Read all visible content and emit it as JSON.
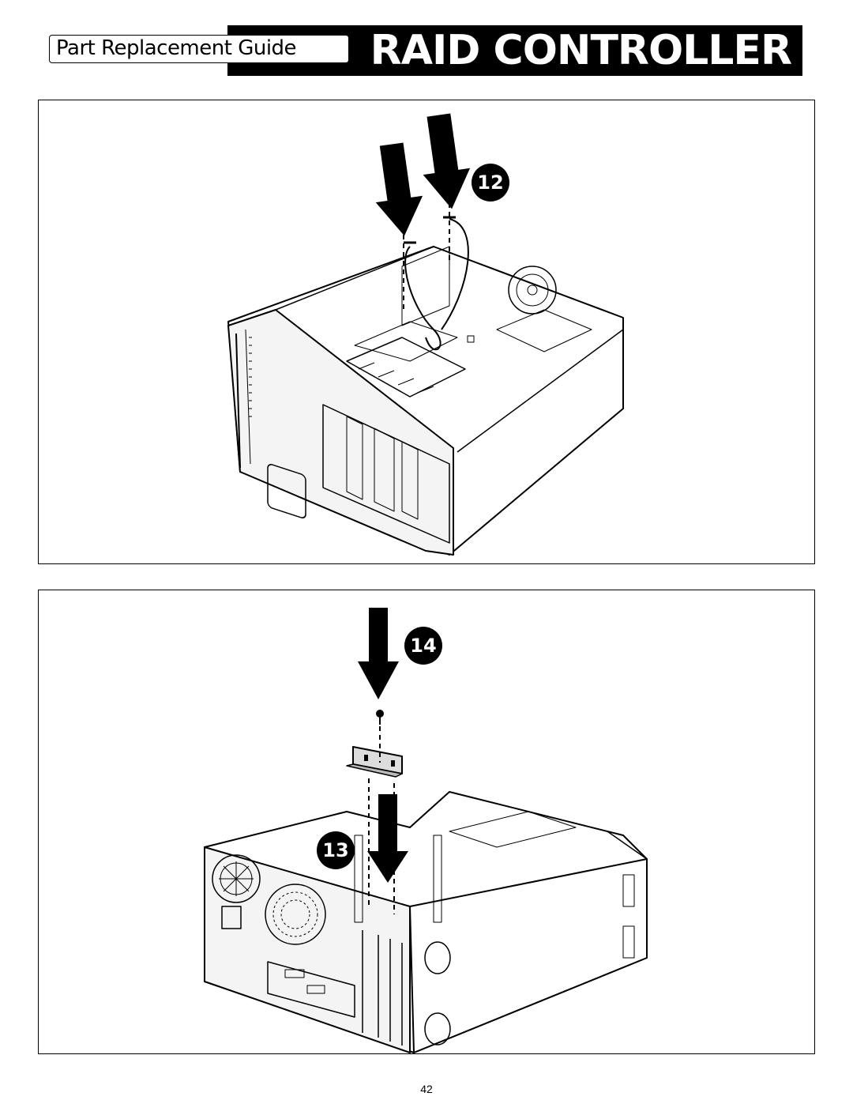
{
  "header": {
    "guide_label": "Part Replacement Guide",
    "title": "RAID CONTROLLER"
  },
  "panels": [
    {
      "steps": [
        {
          "number": "12"
        }
      ]
    },
    {
      "steps": [
        {
          "number": "14"
        },
        {
          "number": "13"
        }
      ]
    }
  ],
  "footer": {
    "page_number": "42"
  },
  "colors": {
    "ink": "#000000",
    "paper": "#ffffff"
  }
}
